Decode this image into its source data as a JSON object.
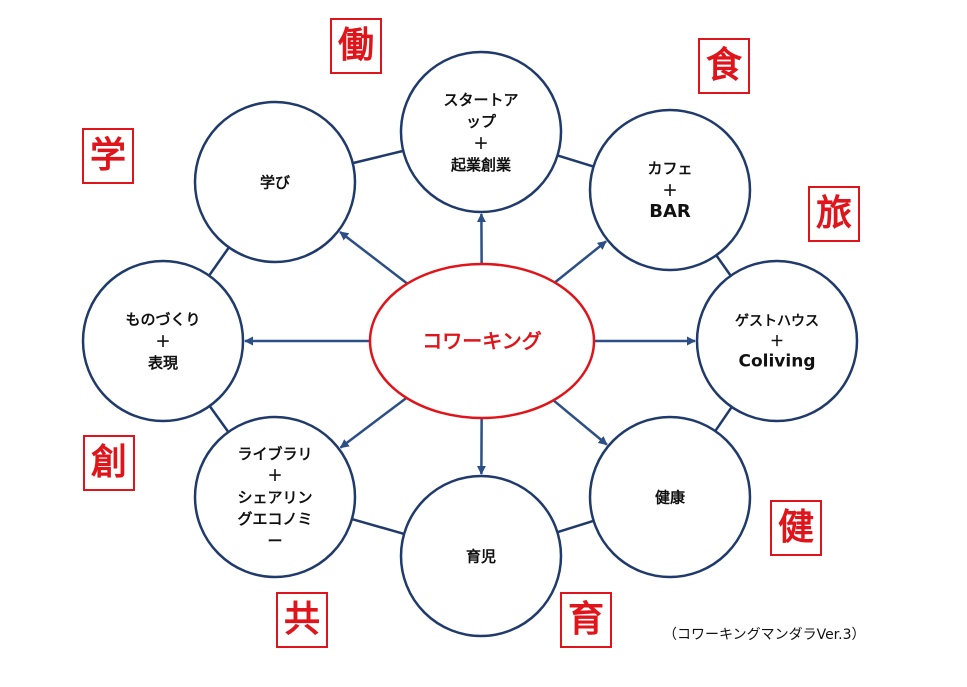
{
  "colors": {
    "node_stroke": "#1f3a6b",
    "arrow": "#2c4f86",
    "center_stroke": "#e0151b",
    "accent_red": "#e0151b",
    "text": "#111111"
  },
  "center": {
    "label": "コワーキング"
  },
  "nodes": [
    {
      "id": "startup",
      "lines": [
        "スタートア",
        "ップ",
        "＋",
        "起業創業"
      ]
    },
    {
      "id": "cafe",
      "lines": [
        "カフェ",
        "＋",
        "BAR"
      ]
    },
    {
      "id": "guesthouse",
      "lines": [
        "ゲストハウス",
        "＋",
        "Coliving"
      ]
    },
    {
      "id": "health",
      "lines": [
        "健康"
      ]
    },
    {
      "id": "childcare",
      "lines": [
        "育児"
      ]
    },
    {
      "id": "library",
      "lines": [
        "ライブラリ",
        "＋",
        "シェアリン",
        "グエコノミ",
        "ー"
      ]
    },
    {
      "id": "making",
      "lines": [
        "ものづくり",
        "＋",
        "表現"
      ]
    },
    {
      "id": "learning",
      "lines": [
        "学び"
      ]
    }
  ],
  "kanji": [
    {
      "id": "work",
      "char": "働"
    },
    {
      "id": "food",
      "char": "食"
    },
    {
      "id": "travel",
      "char": "旅"
    },
    {
      "id": "health",
      "char": "健"
    },
    {
      "id": "raise",
      "char": "育"
    },
    {
      "id": "share",
      "char": "共"
    },
    {
      "id": "create",
      "char": "創"
    },
    {
      "id": "learn",
      "char": "学"
    }
  ],
  "caption": "（コワーキングマンダラVer.3）"
}
